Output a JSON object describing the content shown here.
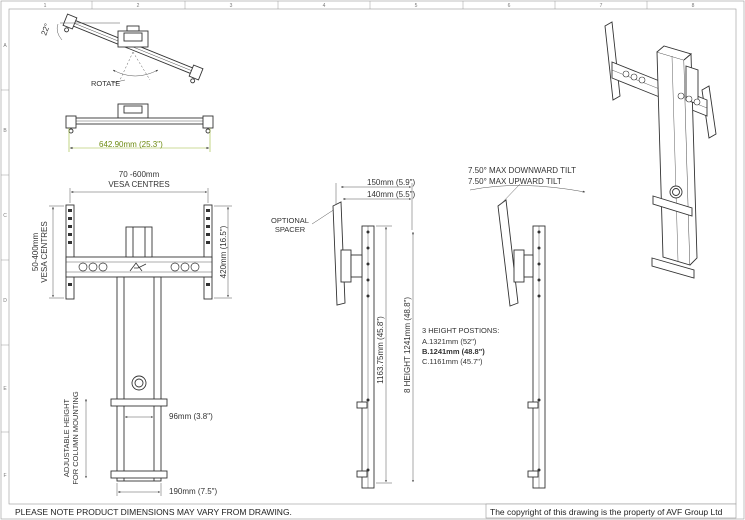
{
  "grid": {
    "columns": [
      "1",
      "2",
      "3",
      "4",
      "5",
      "6",
      "7",
      "8"
    ],
    "rows": [
      "A",
      "B",
      "C",
      "D",
      "E",
      "F"
    ]
  },
  "top_view": {
    "angle": "22°",
    "rotate": "ROTATE",
    "width": "642.90mm (25.3\")"
  },
  "front_view": {
    "vesa_centres_line1": "70 -600mm",
    "vesa_centres_line2": "VESA CENTRES",
    "vertical_vesa_line1": "50-400mm",
    "vertical_vesa_line2": "VESA CENTRES",
    "bracket_height": "420mm (16.5\")",
    "column_width": "96mm (3.8\")",
    "base_width": "190mm (7.5\")",
    "adjustable_line1": "ADJUSTABLE HEIGHT",
    "adjustable_line2": "FOR COLUMN MOUNTING"
  },
  "side_view": {
    "optional_spacer_line1": "OPTIONAL",
    "optional_spacer_line2": "SPACER",
    "depth_max": "150mm (5.9\")",
    "depth_min": "140mm (5.5\")",
    "column_height": "1163.75mm (45.8\")",
    "total_height": "8 HEIGHT 1241mm (48.8\")"
  },
  "tilt_view": {
    "downward_tilt": "7.50° MAX DOWNWARD TILT",
    "upward_tilt": "7.50° MAX UPWARD TILT",
    "height_positions_title": "3 HEIGHT POSTIONS:",
    "height_a": "A.1321mm (52\")",
    "height_b": "B.1241mm (48.8\")",
    "height_c": "C.1161mm (45.7\")"
  },
  "footer": {
    "note": "PLEASE NOTE PRODUCT DIMENSIONS MAY VARY FROM DRAWING.",
    "copyright": "The copyright of this drawing is the property of AVF Group Ltd"
  },
  "colors": {
    "line": "#333333",
    "dimension": "#555555",
    "highlight": "#9ab832"
  }
}
